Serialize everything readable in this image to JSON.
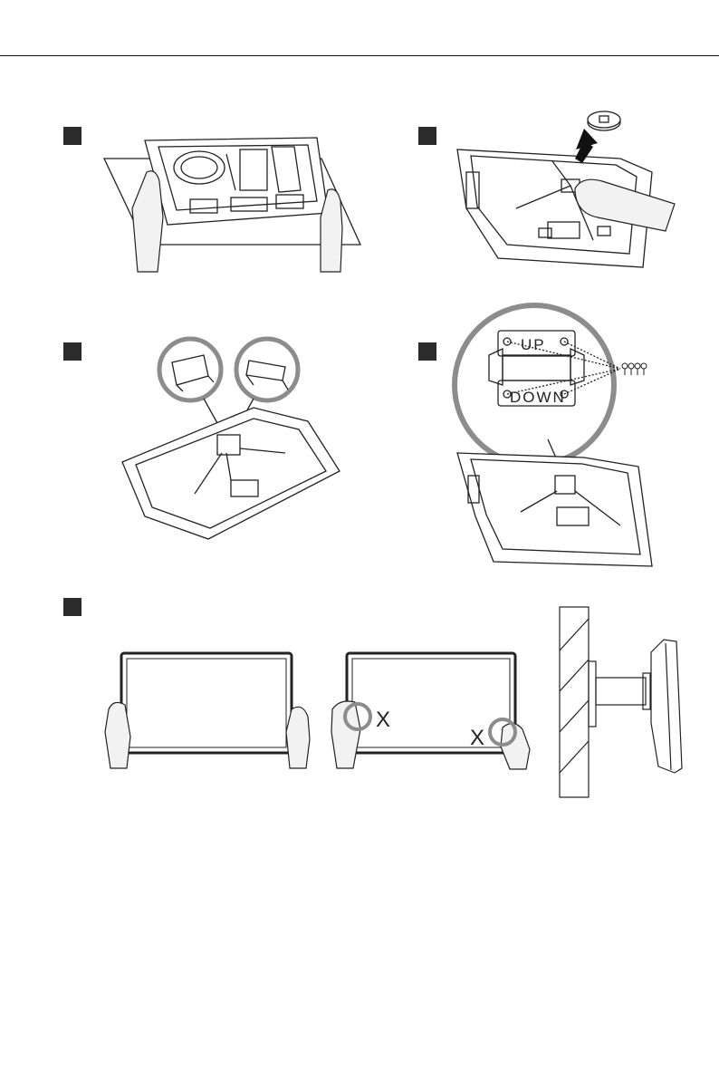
{
  "steps": [
    {
      "id": "step-1"
    },
    {
      "id": "step-2"
    },
    {
      "id": "step-3"
    },
    {
      "id": "step-4"
    },
    {
      "id": "step-5"
    }
  ],
  "bracket_labels": {
    "up": "UP",
    "down": "DOWN"
  },
  "handling_marks": {
    "wrong_left": "X",
    "wrong_right": "X"
  },
  "colors": {
    "line": "#222222",
    "marker": "#2b2b2b",
    "magnifier_ring": "#8c8c8c",
    "arrow": "#111111",
    "hand_fill": "#f2f2f2"
  },
  "icons": [
    "step-marker",
    "hand-icon",
    "arrow-icon",
    "screw-icon",
    "bracket-icon",
    "magnifier-icon",
    "wall-hatch-icon"
  ]
}
